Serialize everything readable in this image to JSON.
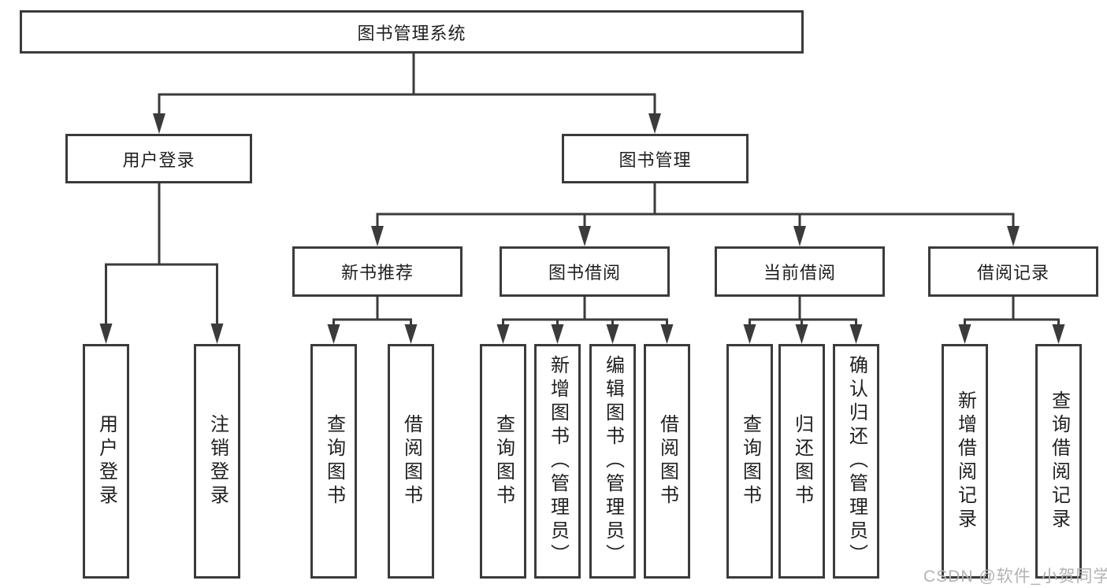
{
  "tree": {
    "root": {
      "label": "图书管理系统",
      "children": [
        {
          "label": "用户登录",
          "children": [
            {
              "label": "用户登录"
            },
            {
              "label": "注销登录"
            }
          ]
        },
        {
          "label": "图书管理",
          "children": [
            {
              "label": "新书推荐",
              "children": [
                {
                  "label": "查询图书"
                },
                {
                  "label": "借阅图书"
                }
              ]
            },
            {
              "label": "图书借阅",
              "children": [
                {
                  "label": "查询图书"
                },
                {
                  "label": "新增图书（管理员）"
                },
                {
                  "label": "编辑图书（管理员）"
                },
                {
                  "label": "借阅图书"
                }
              ]
            },
            {
              "label": "当前借阅",
              "children": [
                {
                  "label": "查询图书"
                },
                {
                  "label": "归还图书"
                },
                {
                  "label": "确认归还（管理员）"
                }
              ]
            },
            {
              "label": "借阅记录",
              "children": [
                {
                  "label": "新增借阅记录"
                },
                {
                  "label": "查询借阅记录"
                }
              ]
            }
          ]
        }
      ]
    }
  },
  "watermark": {
    "text": "CSDN @软件_小贺同学"
  },
  "colors": {
    "line": "#3b3b3b",
    "box_border": "#3b3b3b",
    "text": "#1f1f1f",
    "watermark": "#b3b3b3",
    "background": "#ffffff"
  }
}
